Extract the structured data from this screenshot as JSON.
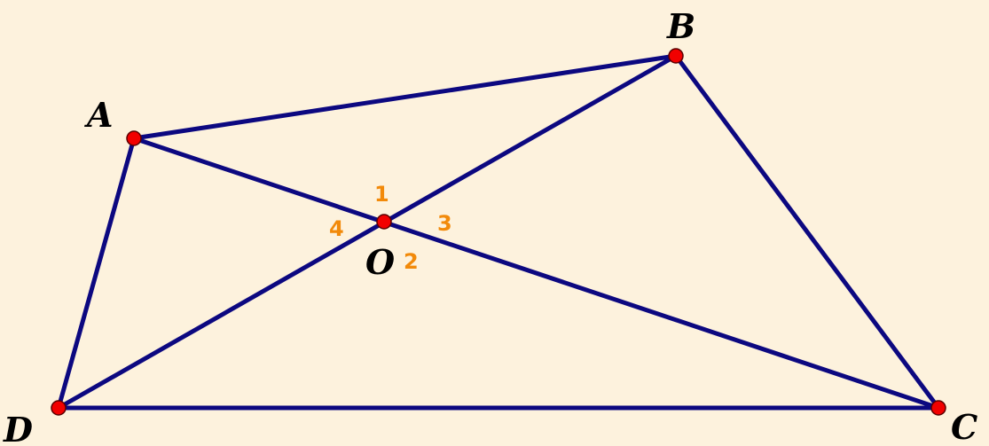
{
  "figure": {
    "points": {
      "A": "A",
      "B": "B",
      "C": "C",
      "D": "D",
      "O": "O"
    },
    "angles": {
      "a1": "1",
      "a2": "2",
      "a3": "3",
      "a4": "4"
    },
    "colors": {
      "background": "#fdf2dd",
      "line": "#0c0880",
      "point": "#f20000",
      "angle_label": "#f28a0a"
    }
  }
}
